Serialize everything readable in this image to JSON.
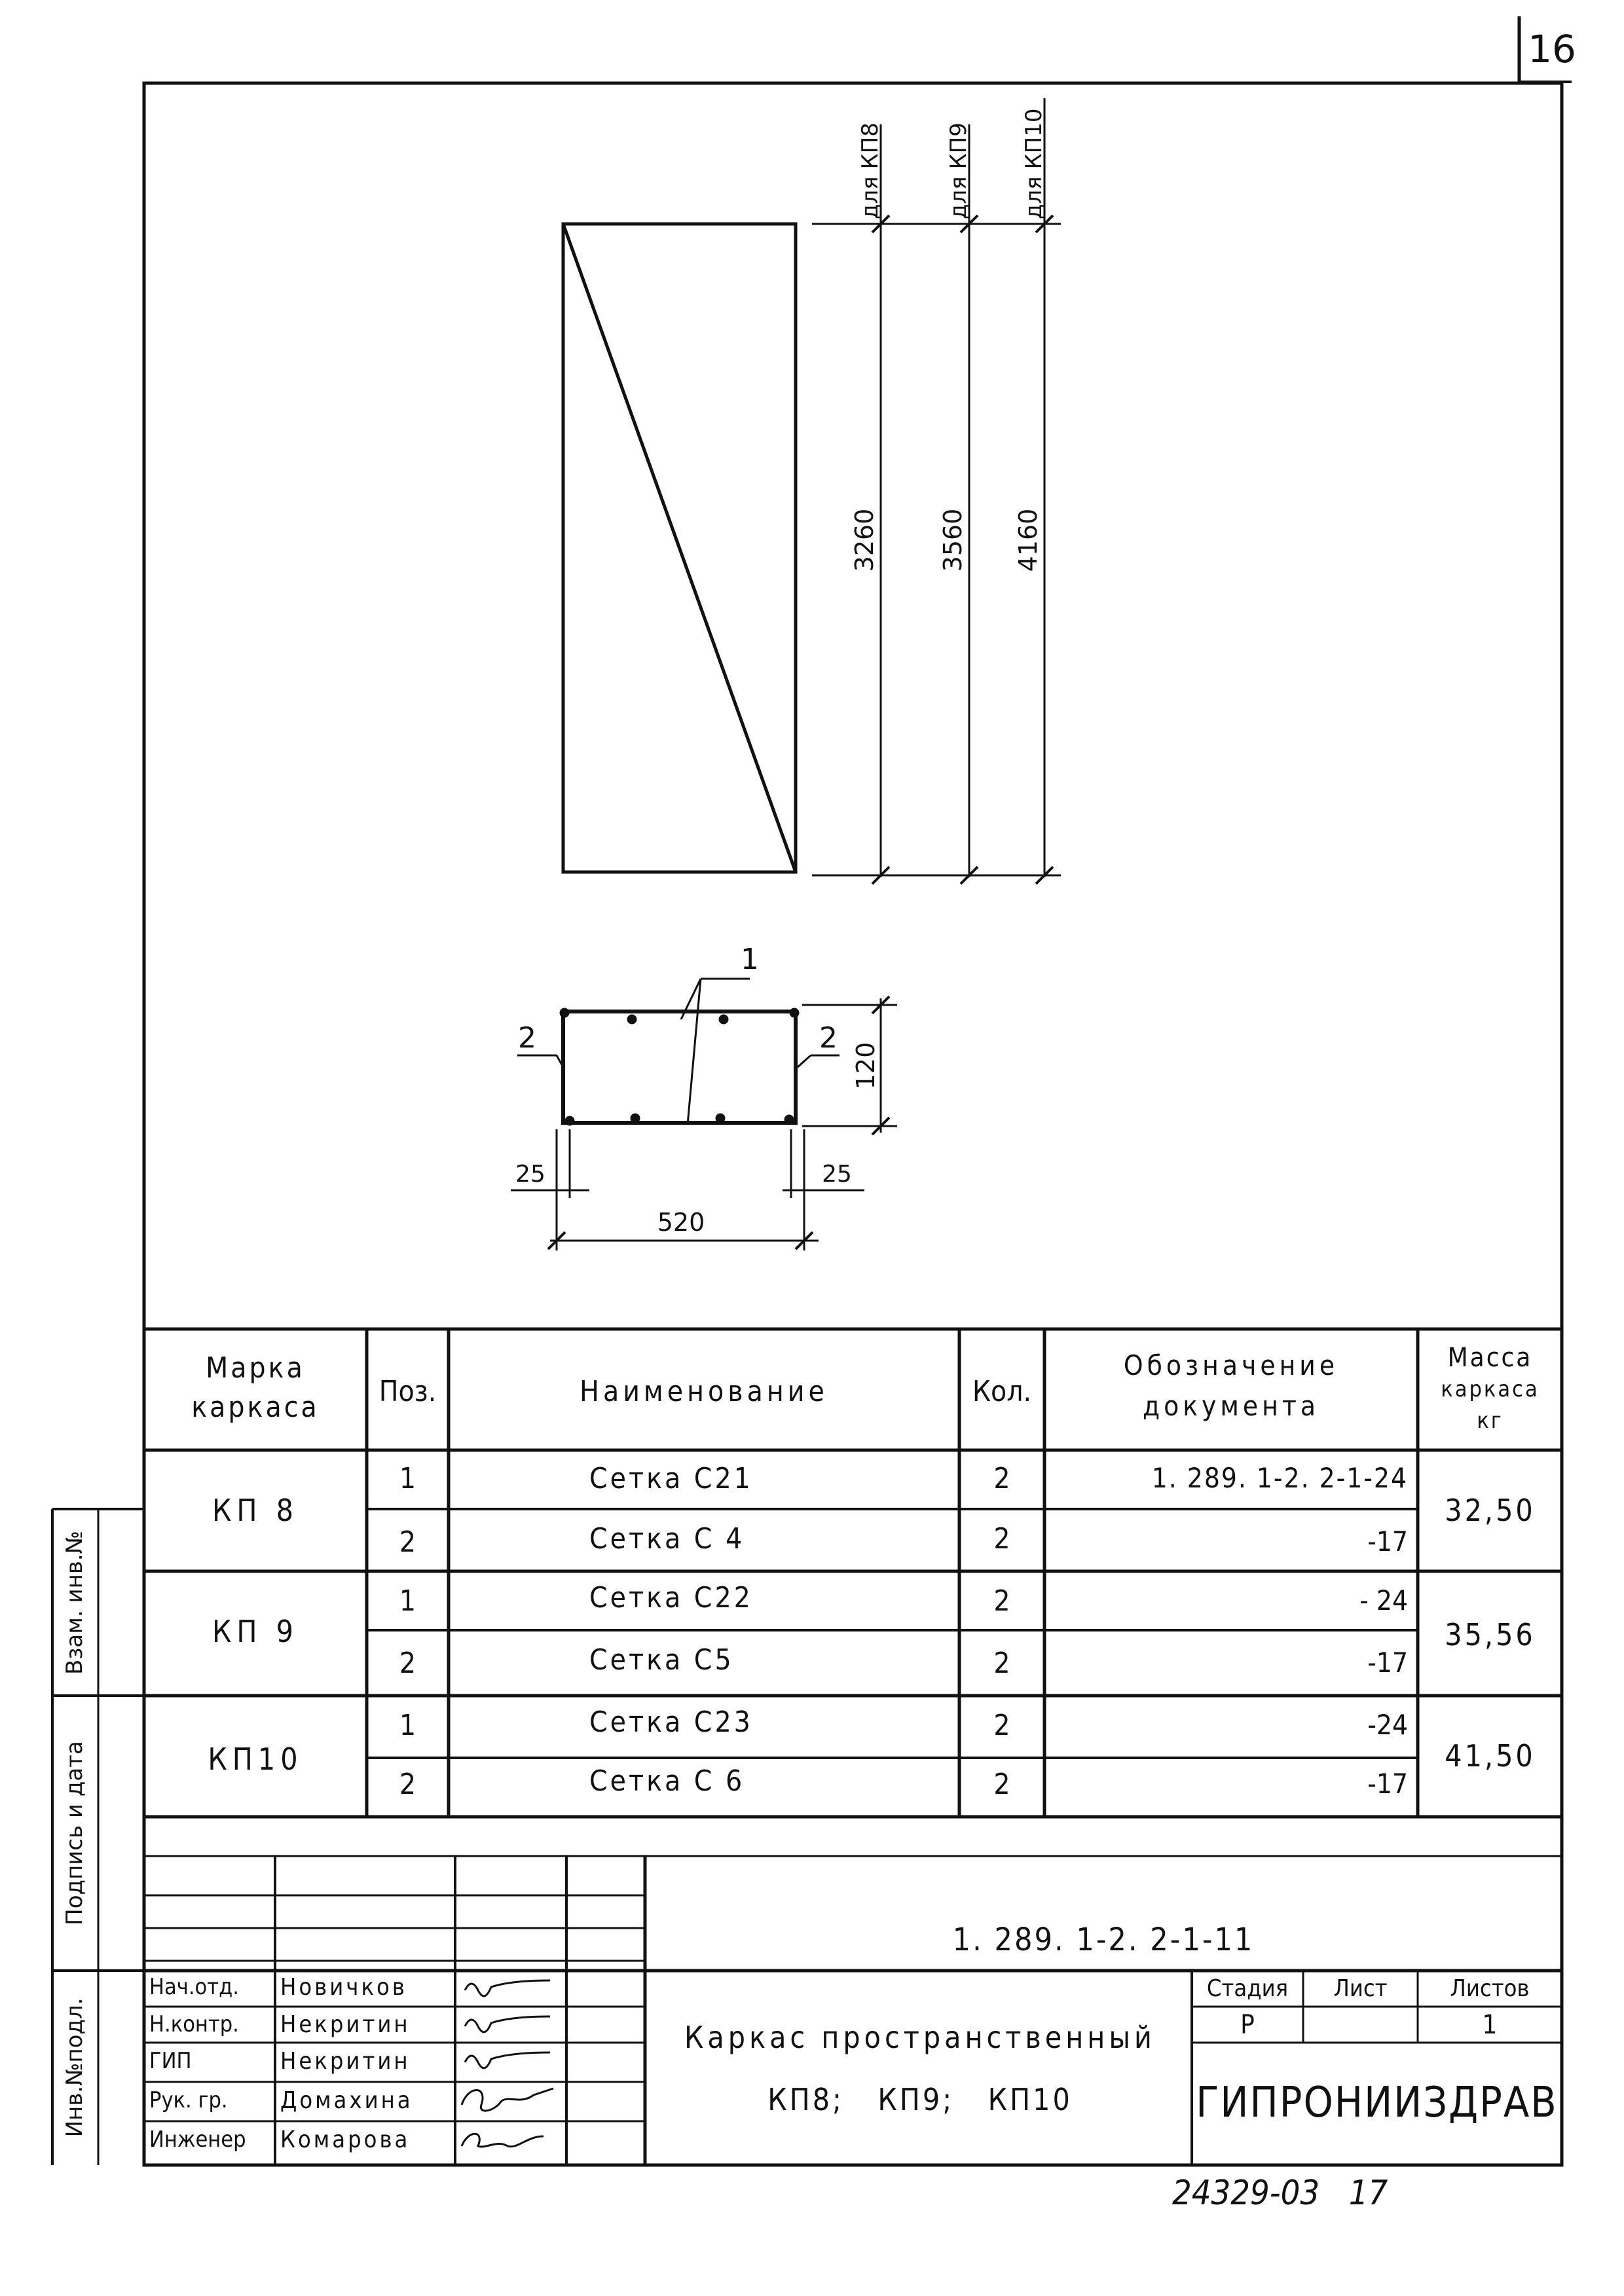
{
  "page_number": "16",
  "drawing": {
    "dim_labels": [
      "для КП8",
      "для КП9",
      "для КП10"
    ],
    "heights": [
      "3260",
      "3560",
      "4160"
    ],
    "section": {
      "callout_1": "1",
      "callout_2_left": "2",
      "callout_2_right": "2",
      "height": "120",
      "edge_left": "25",
      "edge_right": "25",
      "width": "520"
    }
  },
  "spec_table": {
    "headers": {
      "mark": [
        "Марка",
        "каркаса"
      ],
      "pos": "Поз.",
      "name": "Наименование",
      "qty": "Кол.",
      "doc": [
        "Обозначение",
        "документа"
      ],
      "mass": [
        "Масса",
        "каркаса",
        "кг"
      ]
    },
    "groups": [
      {
        "mark": "КП 8",
        "mass": "32,50",
        "rows": [
          {
            "pos": "1",
            "name": "Сетка С21",
            "qty": "2",
            "doc": "1. 289. 1-2. 2-1-24"
          },
          {
            "pos": "2",
            "name": "Сетка С 4",
            "qty": "2",
            "doc": "-17"
          }
        ]
      },
      {
        "mark": "КП 9",
        "mass": "35,56",
        "rows": [
          {
            "pos": "1",
            "name": "Сетка С22",
            "qty": "2",
            "doc": "- 24"
          },
          {
            "pos": "2",
            "name": "Сетка С5",
            "qty": "2",
            "doc": "-17"
          }
        ]
      },
      {
        "mark": "КП10",
        "mass": "41,50",
        "rows": [
          {
            "pos": "1",
            "name": "Сетка С23",
            "qty": "2",
            "doc": "-24"
          },
          {
            "pos": "2",
            "name": "Сетка С 6",
            "qty": "2",
            "doc": "-17"
          }
        ]
      }
    ]
  },
  "left_margin_labels": [
    "Взам. инв.№",
    "Подпись и дата",
    "Инв.№подл."
  ],
  "title_block": {
    "code": "1. 289. 1-2. 2-1-11",
    "title_line1": "Каркас пространственный",
    "title_line2": "КП8;   КП9;   КП10",
    "stage_label": "Стадия",
    "sheet_label": "Лист",
    "sheets_label": "Листов",
    "stage": "Р",
    "sheet": "",
    "sheets": "1",
    "org": "ГИПРОНИИЗДРАВ",
    "signatures": [
      {
        "role": "Нач.отд.",
        "name": "Новичков"
      },
      {
        "role": "Н.контр.",
        "name": "Некритин"
      },
      {
        "role": "ГИП",
        "name": "Некритин"
      },
      {
        "role": "Рук. гр.",
        "name": "Домахина"
      },
      {
        "role": "Инженер",
        "name": "Комарова"
      }
    ]
  },
  "footer_number": "24329-03   17"
}
